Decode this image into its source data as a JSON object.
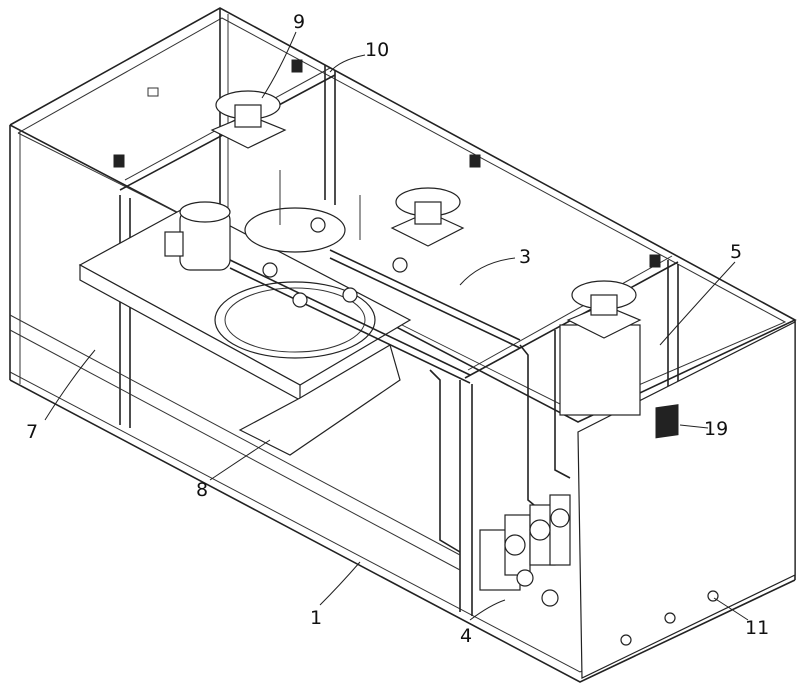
{
  "figure": {
    "labels": [
      {
        "id": "9",
        "text": "9"
      },
      {
        "id": "10",
        "text": "10"
      },
      {
        "id": "3",
        "text": "3"
      },
      {
        "id": "5",
        "text": "5"
      },
      {
        "id": "7",
        "text": "7"
      },
      {
        "id": "19",
        "text": "19"
      },
      {
        "id": "8",
        "text": "8"
      },
      {
        "id": "1",
        "text": "1"
      },
      {
        "id": "4",
        "text": "4"
      },
      {
        "id": "11",
        "text": "11"
      }
    ]
  }
}
